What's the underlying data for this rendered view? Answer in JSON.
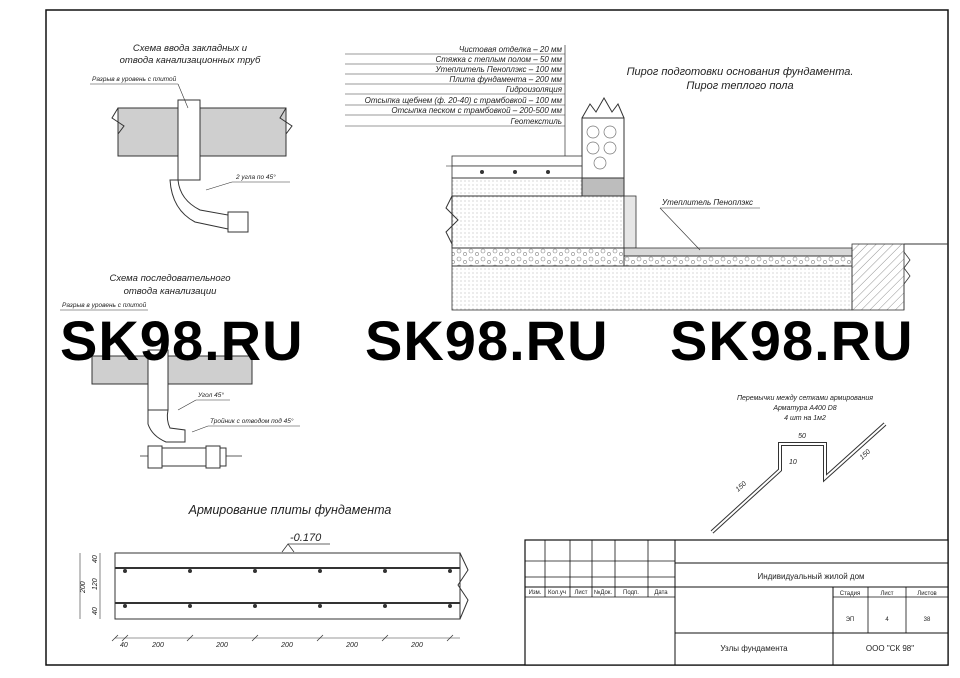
{
  "schemes": {
    "embedded_title_1": "Схема ввода закладных и",
    "embedded_title_2": "отвода канализационных труб",
    "embedded_note_top": "Разрыв в уровень с плитой",
    "embedded_note_elbows": "2 угла по 45°",
    "sequential_title_1": "Схема последовательного",
    "sequential_title_2": "отвода канализации",
    "sequential_note_top": "Разрыв в уровень с плитой",
    "sequential_note_elbow": "Угол 45°",
    "sequential_note_tee": "Тройник с отводом под 45°"
  },
  "layers": [
    "Чистовая отделка – 20 мм",
    "Стяжка с теплым полом – 50 мм",
    "Утеплитель Пеноплэкс – 100 мм",
    "Плита фундамента – 200 мм",
    "Гидроизоляция",
    "Отсыпка щебнем (ф. 20-40) с трамбовкой – 100 мм",
    "Отсыпка песком с трамбовкой – 200-500 мм",
    "Геотекстиль"
  ],
  "pie": {
    "title_1": "Пирог подготовки основания фундамента.",
    "title_2": "Пирог теплого пола",
    "insulation_label": "Утеплитель Пеноплэкс"
  },
  "watermark": [
    "SK98.RU",
    "SK98.RU",
    "SK98.RU"
  ],
  "bridge": {
    "title_1": "Перемычки между сетками армирования",
    "title_2": "Арматура А400 D8",
    "title_3": "4 шт на 1м2",
    "dim_top": "50",
    "dim_side": "10",
    "dim_left": "150",
    "dim_right": "150"
  },
  "reinforcement": {
    "title": "Армирование плиты фундамента",
    "level": "-0.170",
    "dims_vertical": [
      "40",
      "120",
      "200",
      "40"
    ],
    "dims_horizontal": [
      "40",
      "200",
      "200",
      "200",
      "200",
      "200"
    ]
  },
  "title_block": {
    "headers": [
      "Изм.",
      "Кол.уч",
      "Лист",
      "№Док.",
      "Подп.",
      "Дата"
    ],
    "project": "Индивидуальный жилой дом",
    "stage_label": "Стадия",
    "sheet_label": "Лист",
    "sheets_label": "Листов",
    "stage": "ЭП",
    "sheet": "4",
    "sheets": "38",
    "drawing_name": "Узлы фундамента",
    "company": "ООО \"СК 98\""
  }
}
